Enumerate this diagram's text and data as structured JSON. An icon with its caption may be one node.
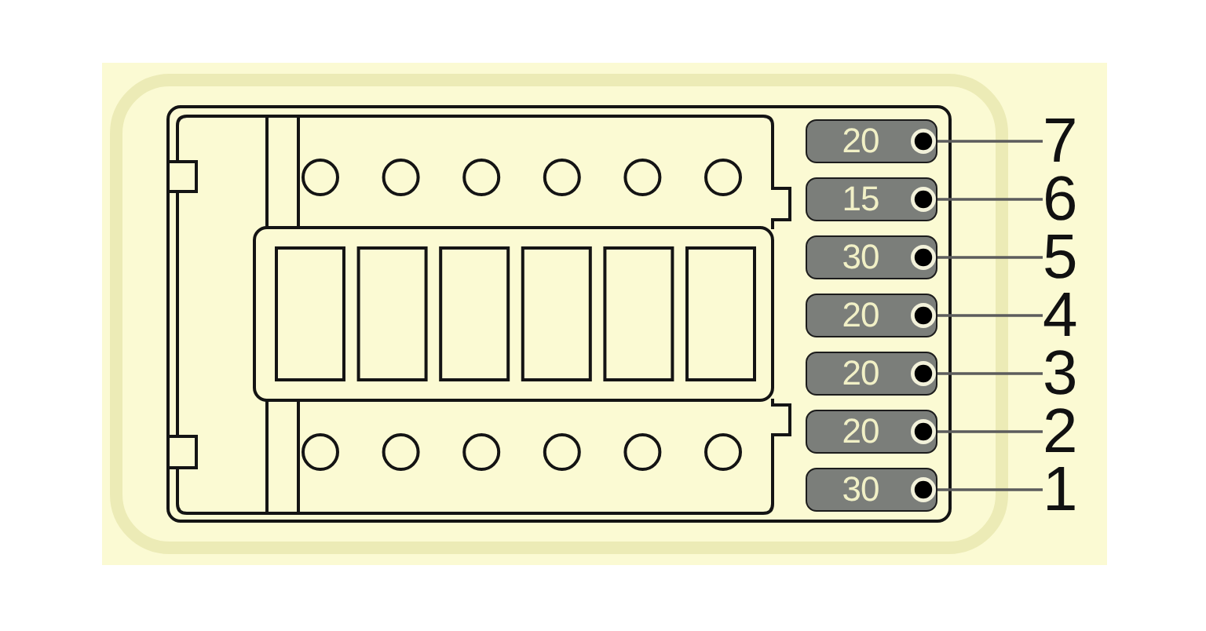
{
  "diagram": {
    "nodes": [
      {
        "text": [
          "20"
        ]
      },
      {
        "text": [
          "15"
        ]
      },
      {
        "text": [
          "30"
        ]
      },
      {
        "text": [
          "20"
        ]
      },
      {
        "text": [
          "20"
        ]
      },
      {
        "text": [
          "20"
        ]
      },
      {
        "text": [
          "30"
        ]
      },
      {
        "text": [
          "7"
        ]
      },
      {
        "text": [
          "6"
        ]
      },
      {
        "text": [
          "5"
        ]
      },
      {
        "text": [
          "4"
        ]
      },
      {
        "text": [
          "3"
        ]
      },
      {
        "text": [
          "2"
        ]
      },
      {
        "text": [
          "1"
        ]
      }
    ],
    "edges": [
      {
        "from": 7,
        "to": 0,
        "arrow": "none"
      },
      {
        "from": 8,
        "to": 1,
        "arrow": "none"
      },
      {
        "from": 9,
        "to": 2,
        "arrow": "none"
      },
      {
        "from": 10,
        "to": 3,
        "arrow": "none"
      },
      {
        "from": 11,
        "to": 4,
        "arrow": "none"
      },
      {
        "from": 12,
        "to": 5,
        "arrow": "none"
      },
      {
        "from": 13,
        "to": 6,
        "arrow": "none"
      }
    ]
  }
}
